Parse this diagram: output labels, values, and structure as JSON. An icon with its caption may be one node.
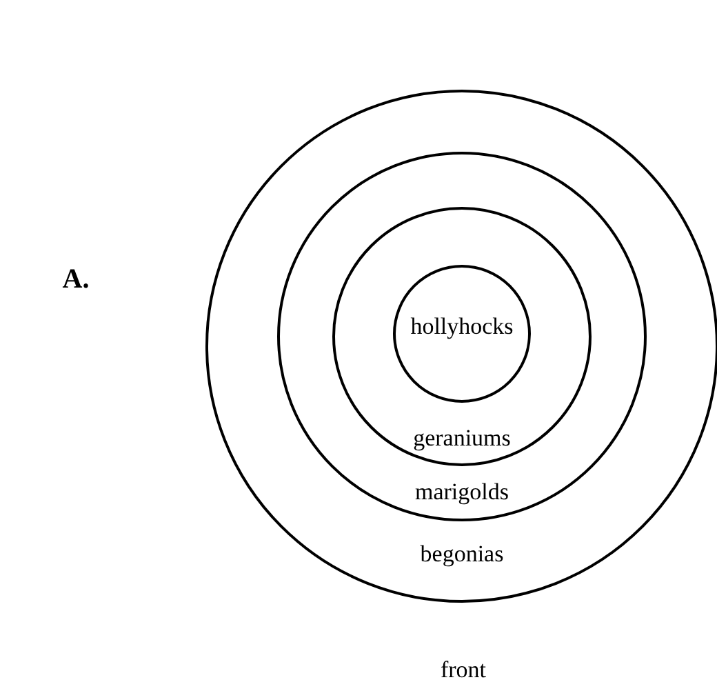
{
  "diagram": {
    "nodes": [
      {
        "text": [
          "begonias"
        ]
      },
      {
        "text": [
          "marigolds"
        ],
        "in": 0
      },
      {
        "text": [
          "geraniums"
        ],
        "in": 1
      },
      {
        "text": [
          "hollyhocks"
        ],
        "in": 2
      }
    ],
    "labels": [
      "A.",
      "front"
    ]
  }
}
